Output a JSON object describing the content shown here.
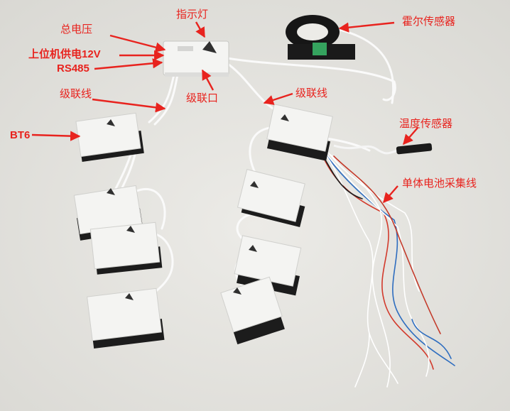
{
  "labels": {
    "indicator_light": "指示灯",
    "total_voltage": "总电压",
    "host_power": "上位机供电12V",
    "rs485": "RS485",
    "cascade_line_left": "级联线",
    "cascade_port": "级联口",
    "cascade_line_right": "级联线",
    "hall_sensor": "霍尔传感器",
    "temperature_sensor": "温度传感器",
    "cell_collection_line": "单体电池采集线",
    "bt6": "BT6"
  },
  "colors": {
    "annotation": "#e8231e",
    "background": "#e9e8e4",
    "module_body": "#f4f4f2",
    "module_base": "#1c1c1c"
  }
}
